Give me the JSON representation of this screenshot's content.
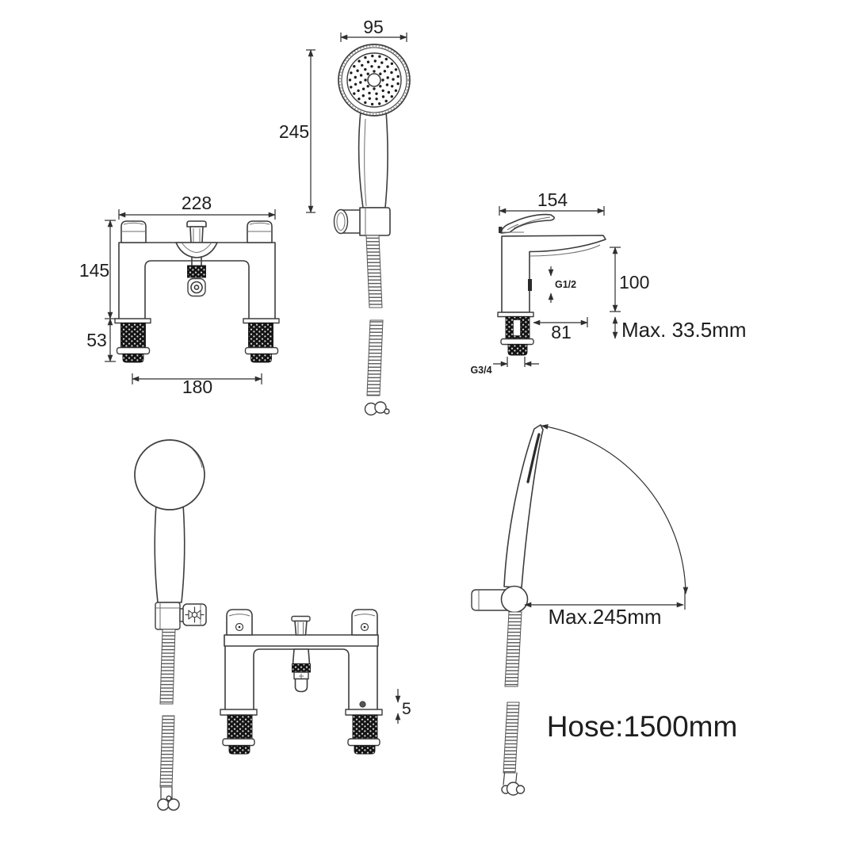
{
  "diagram": {
    "background": "#ffffff",
    "line_color": "#3d3d3d",
    "text_color": "#1e1e1e",
    "views": {
      "mixer_front": {
        "body_width": "228",
        "body_height": "145",
        "shank_length": "53",
        "inlet_centres": "180"
      },
      "handset_front": {
        "head_width": "95",
        "handset_length": "245"
      },
      "mixer_side": {
        "depth": "154",
        "spout_height": "100",
        "inlet_thread": "G1/2",
        "spout_reach": "81",
        "max_deck_thickness": "Max. 33.5mm",
        "outlet_thread": "G3/4"
      },
      "mixer_rear": {
        "deck_plate": "5"
      },
      "handset_swivel": {
        "max_reach": "Max.245mm"
      },
      "hose_note": "Hose:1500mm"
    }
  }
}
